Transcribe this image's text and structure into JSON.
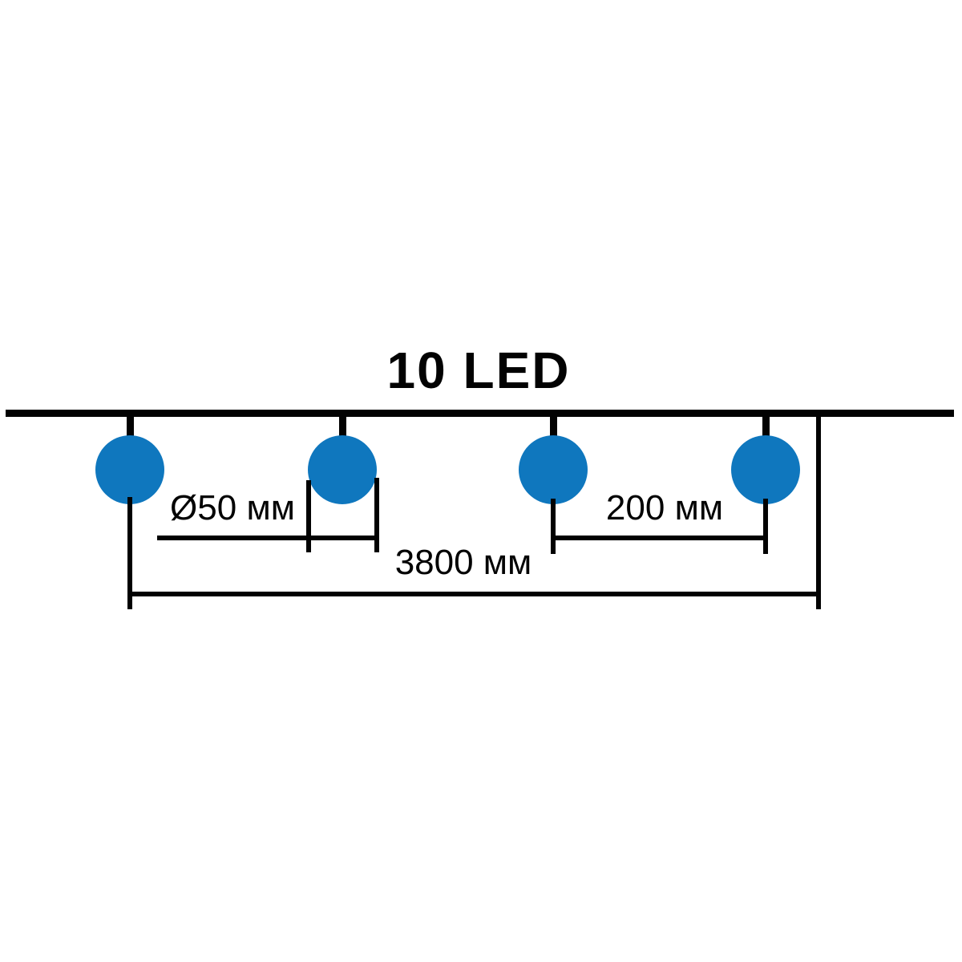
{
  "diagram": {
    "title": "10 LED",
    "labels": {
      "bulb_diameter": "Ø50 мм",
      "bulb_spacing": "200 мм",
      "total_length": "3800 мм"
    },
    "visible_bulbs": 4,
    "colors": {
      "bulb": "#0f77be",
      "line": "#020202",
      "background": "#ffffff"
    }
  }
}
